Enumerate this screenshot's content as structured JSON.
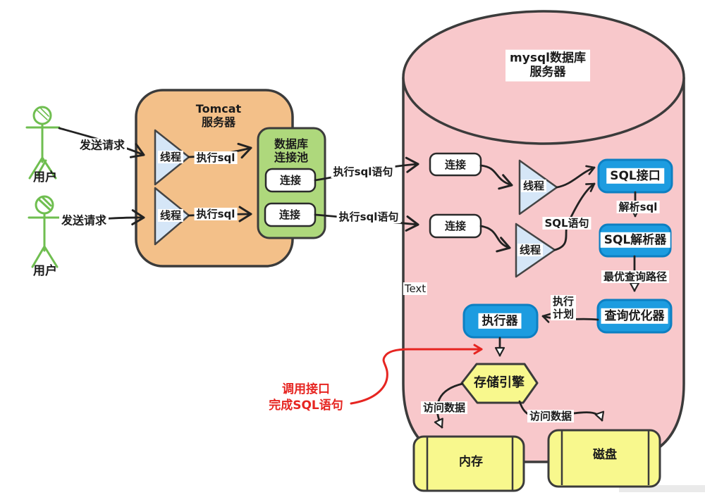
{
  "users": [
    "用户",
    "用户"
  ],
  "edges": {
    "send_request_1": "发送请求",
    "send_request_2": "发送请求",
    "exec_sql_1": "执行sql",
    "exec_sql_2": "执行sql",
    "exec_sql_stmt_1": "执行sql语句",
    "exec_sql_stmt_2": "执行sql语句",
    "sql_statement": "SQL语句",
    "parse_sql": "解析sql",
    "best_query_path": "最优查询路径",
    "exec_plan_line1": "执行",
    "exec_plan_line2": "计划",
    "access_data_left": "访问数据",
    "access_data_right": "访问数据"
  },
  "tomcat": {
    "title_line1": "Tomcat",
    "title_line2": "服务器",
    "threads": [
      "线程",
      "线程"
    ]
  },
  "pool": {
    "title_line1": "数据库",
    "title_line2": "连接池",
    "connections": [
      "连接",
      "连接"
    ]
  },
  "mysql": {
    "title_line1": "mysql数据库",
    "title_line2": "服务器",
    "connections": [
      "连接",
      "连接"
    ],
    "threads": [
      "线程",
      "线程"
    ],
    "sql_interface": "SQL接口",
    "sql_parser": "SQL解析器",
    "query_optimizer": "查询优化器",
    "executor": "执行器",
    "storage_engine": "存储引擎",
    "memory": "内存",
    "disk": "磁盘"
  },
  "annotation": {
    "line1": "调用接口",
    "line2": "完成SQL语句"
  },
  "misc": {
    "text_label": "Text"
  },
  "colors": {
    "tomcat_fill": "#f3c089",
    "pool_fill": "#aed87c",
    "cylinder_fill": "#f8c8cb",
    "blue_fill": "#1d9ce0",
    "triangle_fill": "#d5e6f7",
    "yellow_fill": "#f8f88d",
    "user_green": "#6fbe50",
    "annotation_red": "#e62521",
    "outline": "#3b3b3b"
  }
}
